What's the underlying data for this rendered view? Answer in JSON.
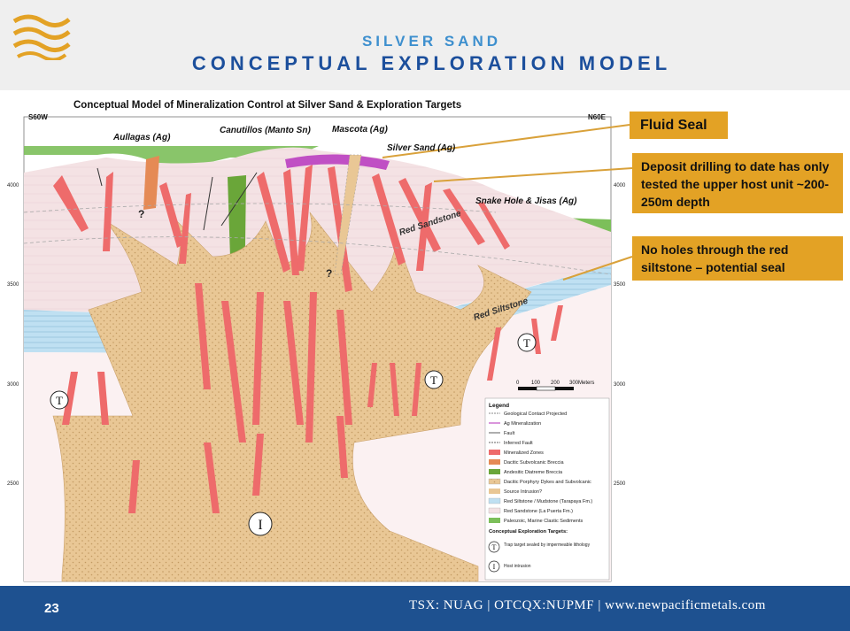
{
  "header": {
    "subtitle": "SILVER SAND",
    "title": "CONCEPTUAL EXPLORATION MODEL",
    "logo_icon": "wave-logo-icon",
    "brand_color": "#e3a225",
    "title_color": "#1c4f9c"
  },
  "diagram": {
    "title": "Conceptual Model of Mineralization Control at Silver Sand & Exploration Targets",
    "left_edge_label": "S60W",
    "right_edge_label": "N60E",
    "elevations": [
      "4000",
      "3500",
      "3000",
      "2500"
    ],
    "deposits": {
      "aullagas": "Aullagas (Ag)",
      "canutillos": "Canutillos (Manto Sn)",
      "mascota": "Mascota (Ag)",
      "silver_sand": "Silver Sand (Ag)",
      "snake_hole": "Snake Hole & Jisas (Ag)"
    },
    "units": {
      "red_sandstone": "Red Sandstone",
      "red_siltstone": "Red Siltstone"
    },
    "question_mark": "?",
    "target_symbol": "T",
    "intrusion_symbol": "I",
    "scale": {
      "ticks": [
        "0",
        "100",
        "200",
        "300Meters"
      ]
    },
    "legend": {
      "title": "Legend",
      "items": [
        "Geological Contact Projected",
        "Ag Mineralization",
        "Fault",
        "Inferred Fault",
        "Mineralized Zones",
        "Dacitic Subvolcanic Breccia",
        "Andesitic Diatreme Breccia",
        "Dacitic Porphyry Dykes and Subvolcanic",
        "Source Intrusion?",
        "Red Siltstone / Mudstone (Tarapaya Fm.)",
        "Red Sandstone (La Puerta Fm.)",
        "Paleozoic, Marine Clastic Sediments"
      ],
      "targets_title": "Conceptual Exploration Targets:",
      "target_t": "Trap target sealed by impermeable lithology",
      "target_i": "Host intrusion"
    }
  },
  "callouts": {
    "fluid_seal": "Fluid Seal",
    "drilling": "Deposit drilling to date has only tested the upper host unit ~200-250m depth",
    "siltstone": "No holes through the red siltstone – potential seal"
  },
  "footer": {
    "page_number": "23",
    "ticker": "TSX: NUAG  |  OTCQX:NUPMF |  www.newpacificmetals.com"
  }
}
